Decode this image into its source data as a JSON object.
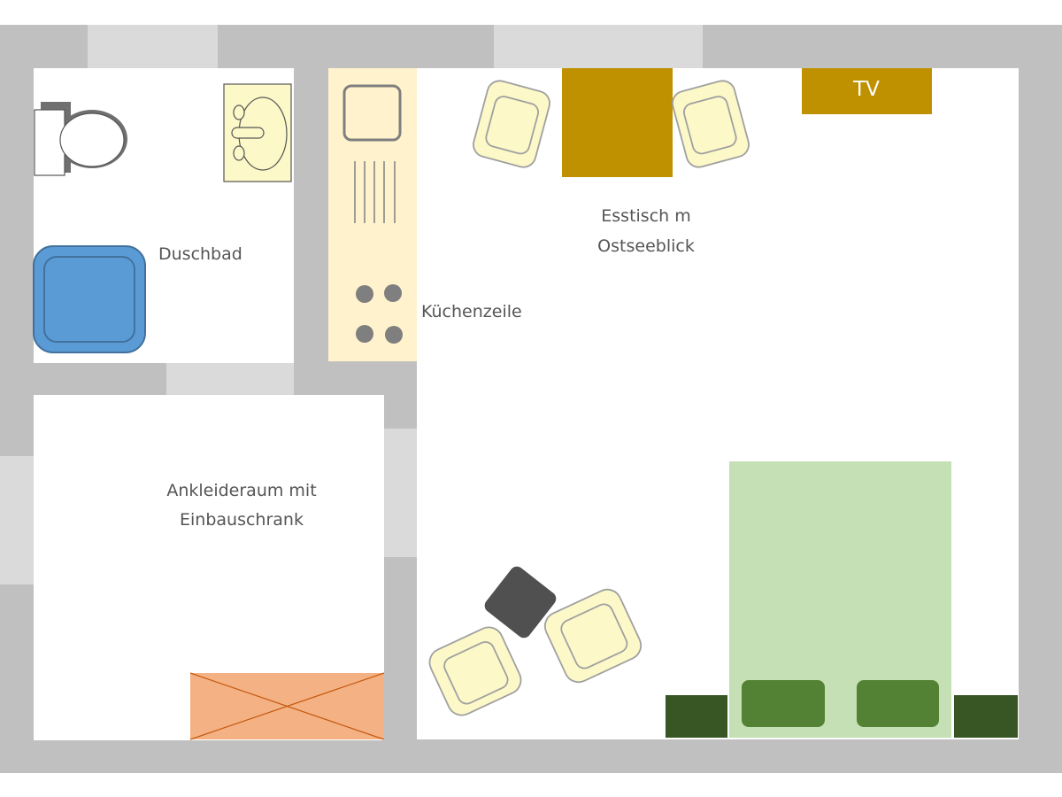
{
  "rooms": {
    "bathroom": {
      "label": "Duschbad"
    },
    "kitchen": {
      "label": "Küchenzeile"
    },
    "dining": {
      "line1": "Esstisch m",
      "line2": "Ostseeblick"
    },
    "dressing": {
      "line1": "Ankleideraum mit",
      "line2": "Einbauschrank"
    }
  },
  "furniture": {
    "tv": {
      "label": "TV"
    }
  },
  "colors": {
    "wall": "#c0c0c0",
    "window": "#dadada",
    "floor": "#ffffff",
    "shower": "#5b9bd5",
    "kitchen_counter": "#fff2cc",
    "dining_table": "#bf9000",
    "tv": "#bf9000",
    "chair": "#fcf8c8",
    "bed": "#c5e0b4",
    "pillow": "#548235",
    "nightstand": "#375623",
    "coffee_table": "#505050",
    "cabinet": "#f4b183"
  }
}
